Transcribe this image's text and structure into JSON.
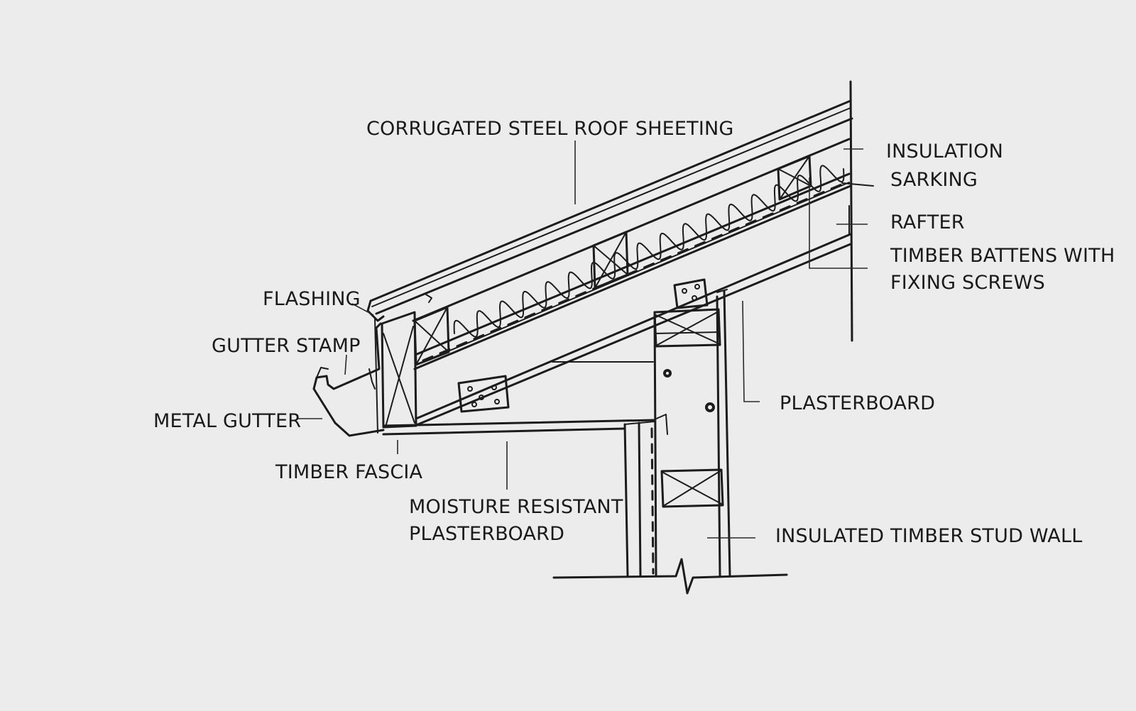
{
  "diagram": {
    "labels": {
      "roof_sheeting": "CORRUGATED STEEL ROOF SHEETING",
      "insulation": "INSULATION",
      "sarking": "SARKING",
      "rafter": "RAFTER",
      "timber_battens": "TIMBER BATTENS WITH\nFIXING SCREWS",
      "flashing": "FLASHING",
      "gutter_stamp": "GUTTER STAMP",
      "metal_gutter": "METAL GUTTER",
      "timber_fascia": "TIMBER FASCIA",
      "moisture_resistant_plasterboard": "MOISTURE RESISTANT\nPLASTERBOARD",
      "plasterboard": "PLASTERBOARD",
      "stud_wall": "INSULATED TIMBER STUD WALL"
    },
    "colors": {
      "background": "#ececec",
      "ink": "#1c1c1c"
    }
  }
}
